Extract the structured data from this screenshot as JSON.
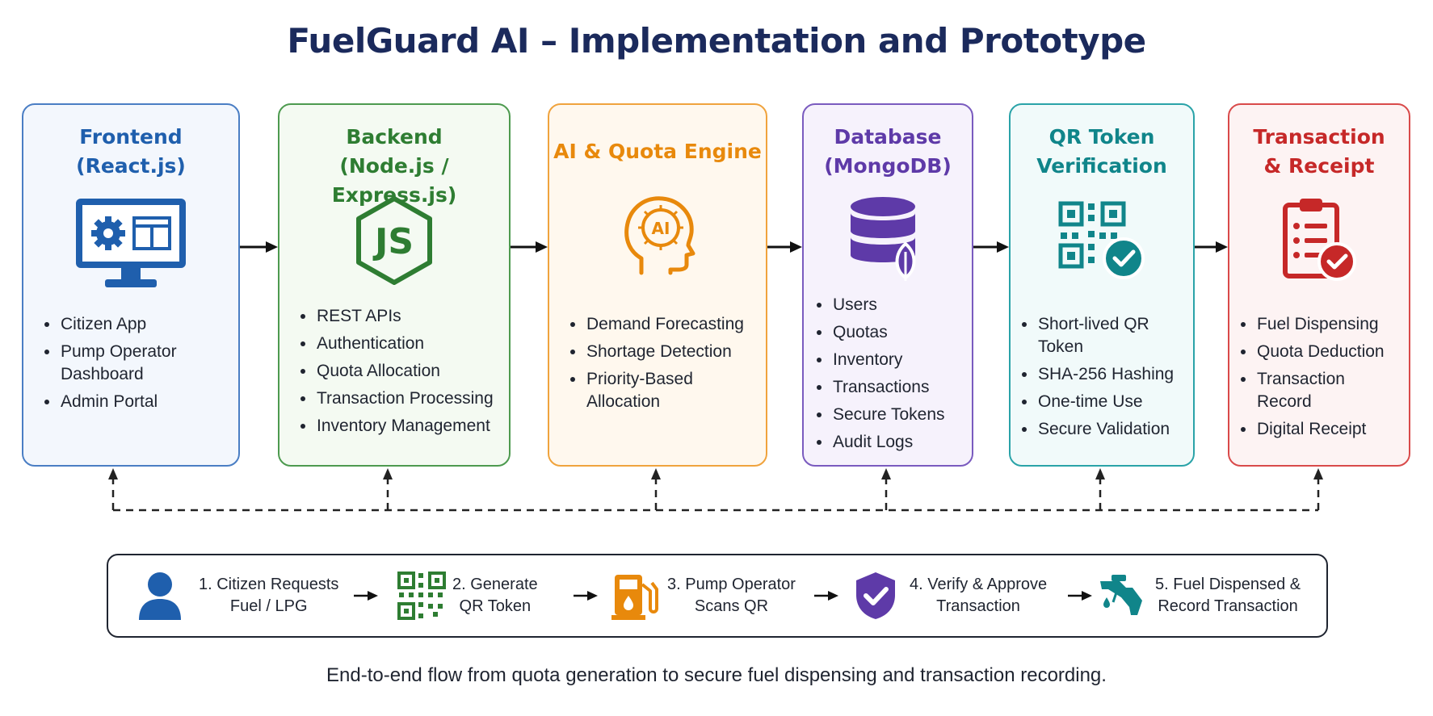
{
  "title": "FuelGuard AI – Implementation and Prototype",
  "cards": [
    {
      "title_lines": [
        "Frontend",
        "(React.js)"
      ],
      "color": "#1f5fad",
      "bg": "#f3f7fd",
      "icon": "monitor-gear-icon",
      "items": [
        "Citizen App",
        "Pump Operator Dashboard",
        "Admin Portal"
      ]
    },
    {
      "title_lines": [
        "Backend",
        "(Node.js / Express.js)"
      ],
      "color": "#2e7d32",
      "bg": "#f4faf2",
      "icon": "nodejs-hexagon-icon",
      "items": [
        "REST APIs",
        "Authentication",
        "Quota Allocation",
        "Transaction Processing",
        "Inventory Management"
      ]
    },
    {
      "title_lines": [
        "AI & Quota Engine"
      ],
      "color": "#e8890c",
      "bg": "#fff8ee",
      "icon": "ai-head-icon",
      "items": [
        "Demand Forecasting",
        "Shortage Detection",
        "Priority-Based Allocation"
      ]
    },
    {
      "title_lines": [
        "Database",
        "(MongoDB)"
      ],
      "color": "#5e3aa8",
      "bg": "#f6f2fc",
      "icon": "database-leaf-icon",
      "items": [
        "Users",
        "Quotas",
        "Inventory",
        "Transactions",
        "Secure Tokens",
        "Audit Logs"
      ]
    },
    {
      "title_lines": [
        "QR Token",
        "Verification"
      ],
      "color": "#10858a",
      "bg": "#f1fafa",
      "icon": "qr-check-icon",
      "items": [
        "Short-lived QR Token",
        "SHA-256 Hashing",
        "One-time Use",
        "Secure Validation"
      ]
    },
    {
      "title_lines": [
        "Transaction",
        "& Receipt"
      ],
      "color": "#c62828",
      "bg": "#fdf3f3",
      "icon": "clipboard-check-icon",
      "items": [
        "Fuel Dispensing",
        "Quota Deduction",
        "Transaction Record",
        "Digital Receipt"
      ]
    }
  ],
  "flow": [
    {
      "lines": [
        "1. Citizen Requests",
        "Fuel / LPG"
      ],
      "icon": "user-icon",
      "color": "#1f5fad"
    },
    {
      "lines": [
        "2. Generate",
        "QR Token"
      ],
      "icon": "qr-code-icon",
      "color": "#2e7d32"
    },
    {
      "lines": [
        "3. Pump Operator",
        "Scans QR"
      ],
      "icon": "fuel-pump-icon",
      "color": "#e8890c"
    },
    {
      "lines": [
        "4. Verify & Approve",
        "Transaction"
      ],
      "icon": "shield-check-icon",
      "color": "#5e3aa8"
    },
    {
      "lines": [
        "5. Fuel Dispensed &",
        "Record Transaction"
      ],
      "icon": "fuel-nozzle-icon",
      "color": "#10858a"
    }
  ],
  "caption": "End-to-end flow from quota generation to secure fuel dispensing and transaction recording."
}
